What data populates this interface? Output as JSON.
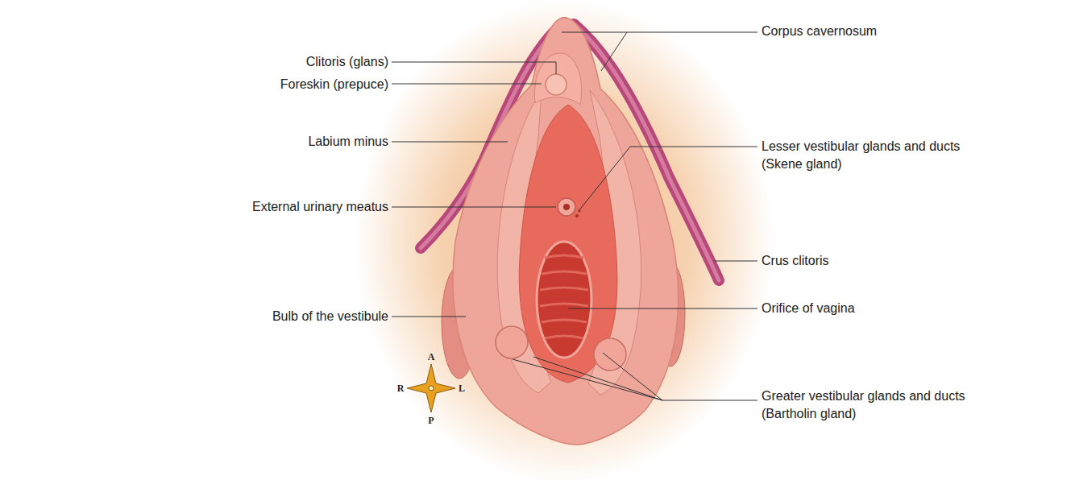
{
  "diagram": {
    "labels": [
      "Clitoris (glans)",
      "Foreskin (prepuce)",
      "Labium minus",
      "External urinary meatus",
      "Bulb of the vestibule",
      "Corpus cavernosum",
      "Lesser vestibular glands and ducts (Skene gland)",
      "Crus clitoris",
      "Orifice of vagina",
      "Greater vestibular glands and ducts (Bartholin gland)",
      "A",
      "R",
      "L",
      "P"
    ]
  }
}
